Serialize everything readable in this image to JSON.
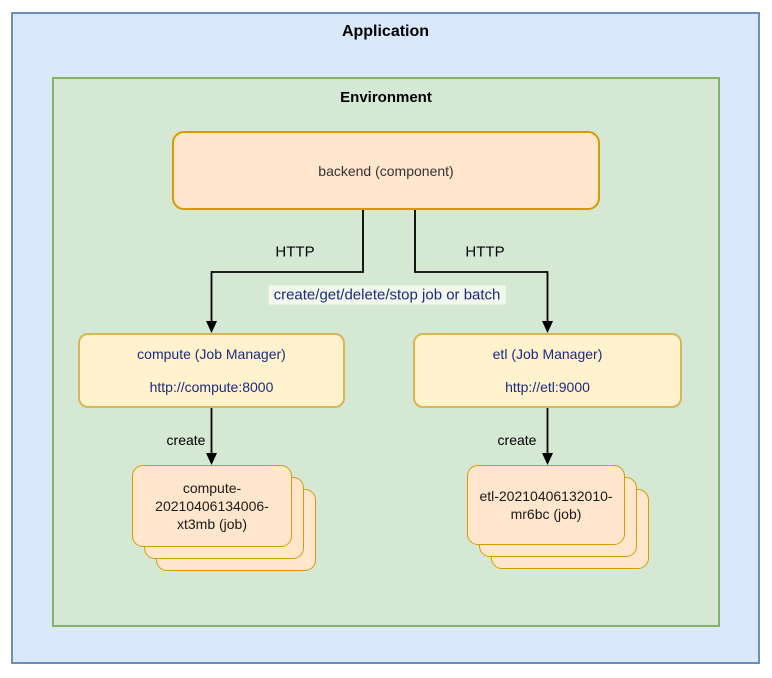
{
  "diagram": {
    "application": {
      "label": "Application"
    },
    "environment": {
      "label": "Environment"
    },
    "nodes": {
      "backend": {
        "label": "backend (component)"
      },
      "compute_manager": {
        "title": "compute (Job Manager)",
        "url": "http://compute:8000"
      },
      "etl_manager": {
        "title": "etl (Job Manager)",
        "url": "http://etl:9000"
      },
      "compute_job": {
        "label": "compute-20210406134006-xt3mb (job)"
      },
      "etl_job": {
        "label": "etl-20210406132010-mr6bc (job)"
      }
    },
    "edges": {
      "backend_to_compute": {
        "label": "HTTP"
      },
      "backend_to_etl": {
        "label": "HTTP"
      },
      "shared_operations": {
        "label": "create/get/delete/stop job or batch"
      },
      "compute_create": {
        "label": "create"
      },
      "etl_create": {
        "label": "create"
      }
    },
    "colors": {
      "application_fill": "#dae8fc",
      "application_stroke": "#6c8ebf",
      "environment_fill": "#d5e8d4",
      "environment_stroke": "#82b366",
      "component_fill": "#ffe6cc",
      "component_stroke": "#d79b00",
      "manager_fill": "#fff2cc",
      "manager_stroke": "#d6b656",
      "link_text": "#1c2b7f",
      "edge_stroke": "#000000"
    }
  }
}
